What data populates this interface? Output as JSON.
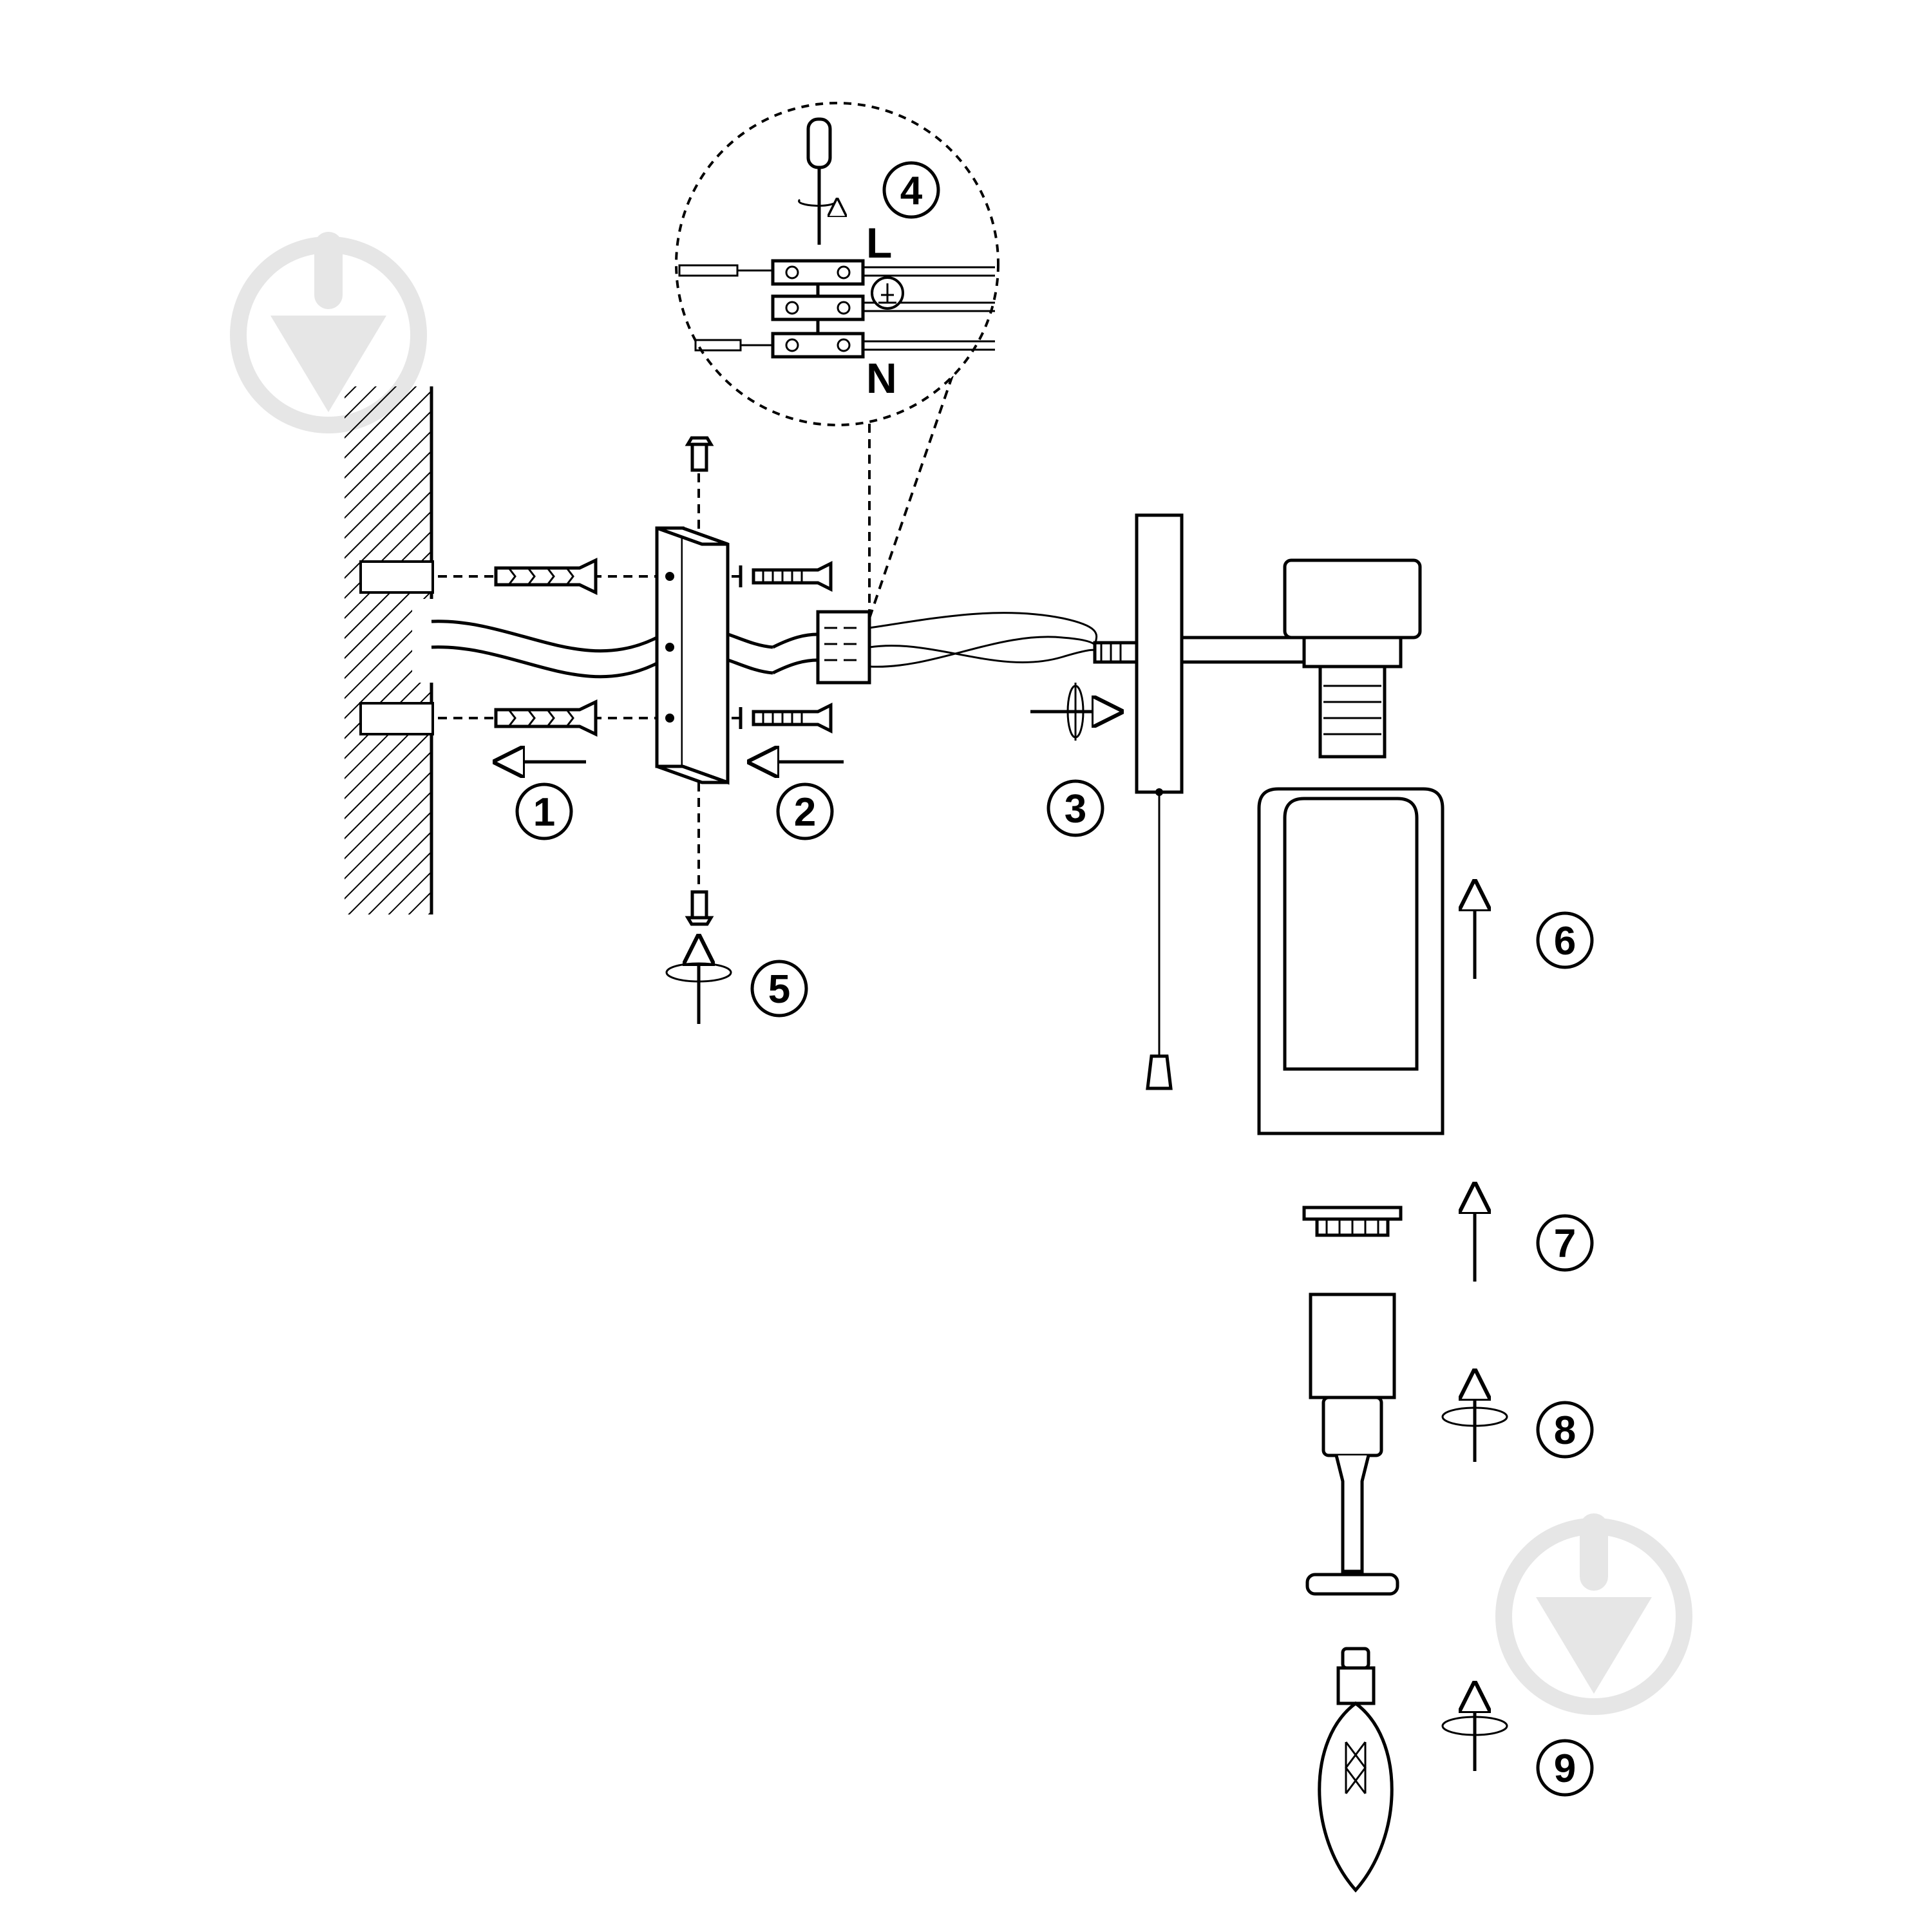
{
  "steps": [
    "1",
    "2",
    "3",
    "4",
    "5",
    "6",
    "7",
    "8",
    "9"
  ],
  "terminals": {
    "live": "L",
    "neutral": "N"
  },
  "colors": {
    "line": "#000000",
    "watermark": "#e6e6e6",
    "background": "#ffffff"
  },
  "icons": [
    "screwdriver-icon",
    "earth-ground-icon",
    "rotate-arrow-icon",
    "direction-arrow-icon",
    "watermark-logo-icon"
  ]
}
